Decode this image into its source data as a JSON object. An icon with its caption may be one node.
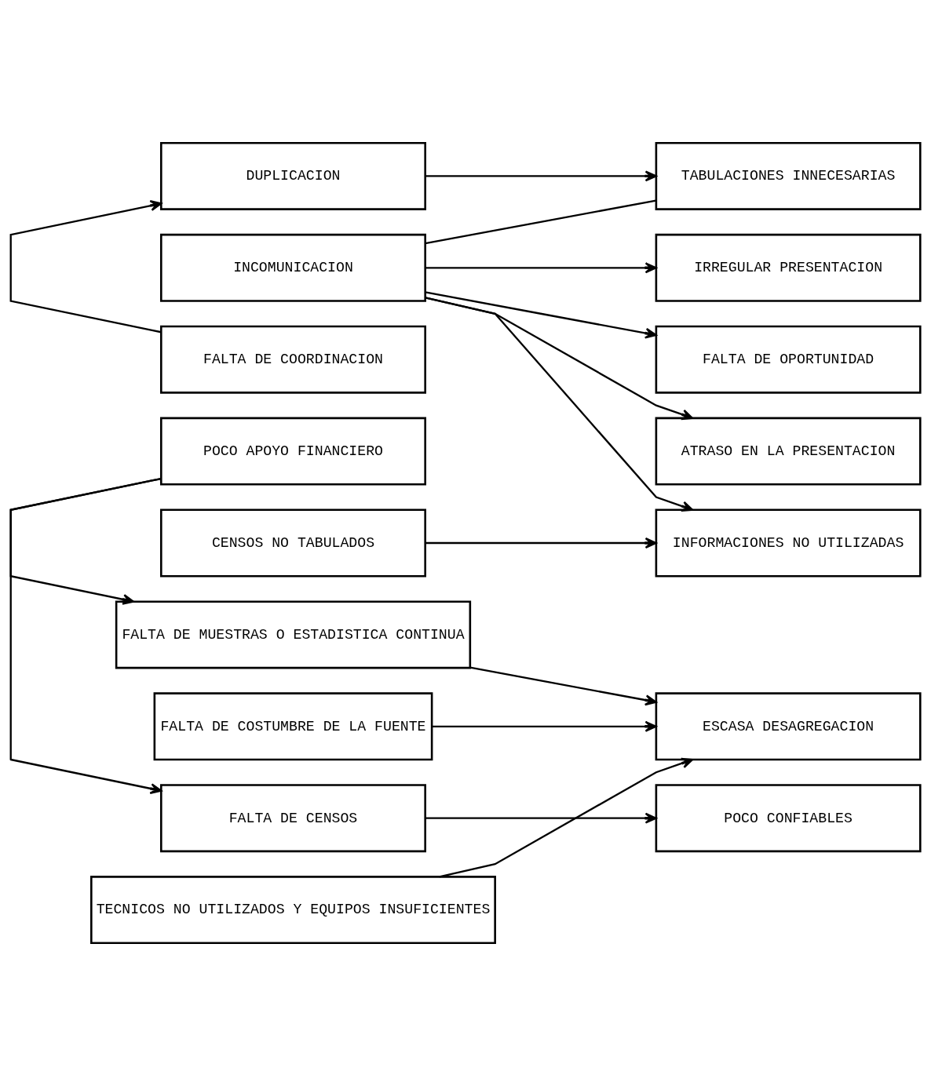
{
  "diagram": {
    "nodes": [
      {
        "text": [
          "DUPLICACION"
        ]
      },
      {
        "text": [
          "INCOMUNICACION"
        ]
      },
      {
        "text": [
          "FALTA DE COORDINACION"
        ]
      },
      {
        "text": [
          "POCO APOYO FINANCIERO"
        ]
      },
      {
        "text": [
          "CENSOS NO TABULADOS"
        ]
      },
      {
        "text": [
          "FALTA DE MUESTRAS O ESTADISTICA CONTINUA"
        ]
      },
      {
        "text": [
          "FALTA DE COSTUMBRE DE LA FUENTE"
        ]
      },
      {
        "text": [
          "FALTA DE CENSOS"
        ]
      },
      {
        "text": [
          "TECNICOS NO UTILIZADOS Y EQUIPOS INSUFICIENTES"
        ]
      },
      {
        "text": [
          "TABULACIONES INNECESARIAS"
        ]
      },
      {
        "text": [
          "IRREGULAR PRESENTACION"
        ]
      },
      {
        "text": [
          "FALTA DE OPORTUNIDAD"
        ]
      },
      {
        "text": [
          "ATRASO EN LA PRESENTACION"
        ]
      },
      {
        "text": [
          "INFORMACIONES NO UTILIZADAS"
        ]
      },
      {
        "text": [
          "ESCASA DESAGREGACION"
        ]
      },
      {
        "text": [
          "POCO CONFIABLES"
        ]
      }
    ],
    "edges": [
      {
        "from": 2,
        "to": 0,
        "arrow": "to"
      },
      {
        "from": 0,
        "to": 9,
        "arrow": "to"
      },
      {
        "from": 1,
        "to": 9,
        "arrow": "none"
      },
      {
        "from": 1,
        "to": 10,
        "arrow": "to"
      },
      {
        "from": 1,
        "to": 11,
        "arrow": "to"
      },
      {
        "from": 1,
        "to": 12,
        "arrow": "to"
      },
      {
        "from": 1,
        "to": 13,
        "arrow": "to"
      },
      {
        "from": 4,
        "to": 13,
        "arrow": "to"
      },
      {
        "from": 3,
        "to": 5,
        "arrow": "to"
      },
      {
        "from": 3,
        "to": 7,
        "arrow": "to"
      },
      {
        "from": 5,
        "to": 14,
        "arrow": "to"
      },
      {
        "from": 6,
        "to": 14,
        "arrow": "to"
      },
      {
        "from": 8,
        "to": 14,
        "arrow": "to"
      },
      {
        "from": 7,
        "to": 15,
        "arrow": "to"
      }
    ]
  }
}
